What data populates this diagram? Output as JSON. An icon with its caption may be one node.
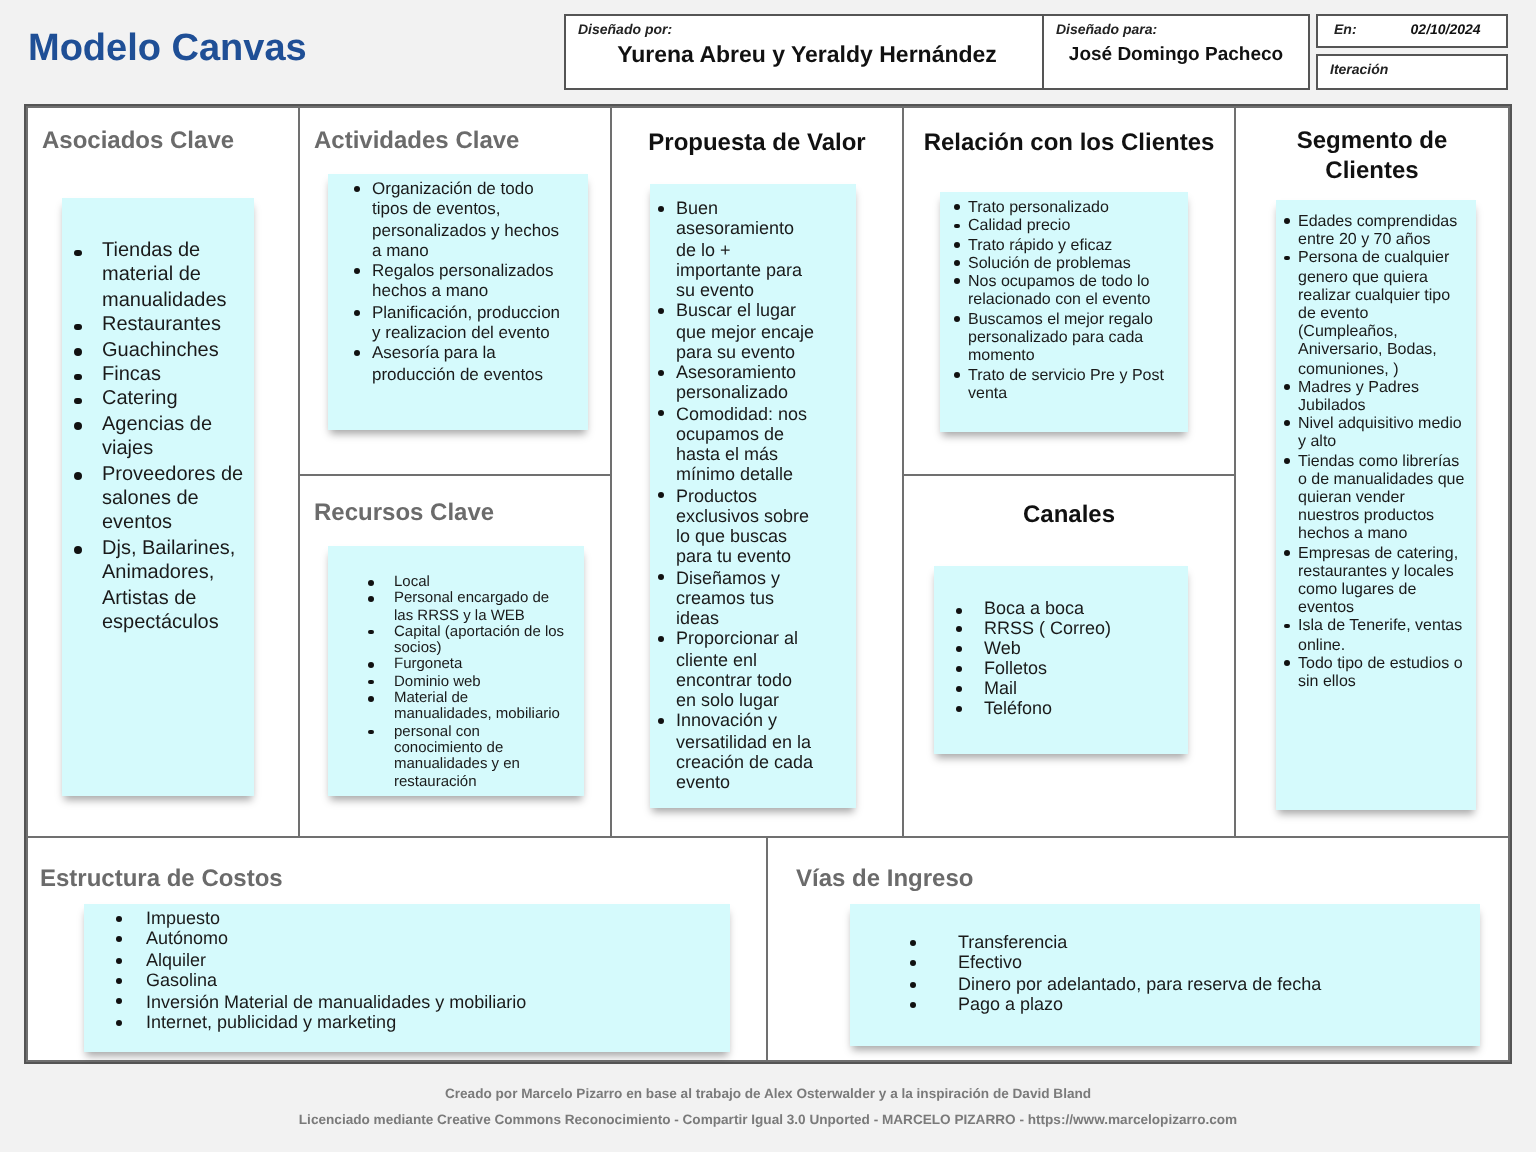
{
  "diagram": {
    "title": "Modelo Canvas",
    "nodes": [
      {
        "text": [
          "Diseñado por:",
          "Yurena Abreu y Yeraldy Hernández"
        ]
      },
      {
        "text": [
          "Diseñado para:",
          "José Domingo Pacheco"
        ]
      },
      {
        "text": [
          "En:",
          "02/10/2024"
        ]
      },
      {
        "text": [
          "Iteración"
        ]
      },
      {
        "text": [
          "Asociados Clave"
        ]
      },
      {
        "text": [
          "Tiendas de material de manualidades",
          "Restaurantes",
          "Guachinches",
          "Fincas",
          "Catering",
          "Agencias de viajes",
          "Proveedores de salones de eventos",
          "Djs, Bailarines, Animadores, Artistas de espectáculos"
        ],
        "in": 4
      },
      {
        "text": [
          "Actividades Clave"
        ]
      },
      {
        "text": [
          "Organización de todo tipos de eventos, personalizados y hechos a mano",
          "Regalos personalizados hechos a mano",
          "Planificación, produccion y realizacion del evento",
          "Asesoría para la producción de eventos"
        ],
        "in": 6
      },
      {
        "text": [
          "Recursos Clave"
        ]
      },
      {
        "text": [
          "Local",
          "Personal encargado de las RRSS y la WEB",
          "Capital (aportación de los socios)",
          "Furgoneta",
          "Dominio web",
          "Material de manualidades, mobiliario",
          "personal con conocimiento de manualidades y en restauración"
        ],
        "in": 8
      },
      {
        "text": [
          "Propuesta de Valor"
        ]
      },
      {
        "text": [
          "Buen asesoramiento de lo + importante para su evento",
          "Buscar el lugar que mejor encaje para su evento",
          "Asesoramiento personalizado",
          "Comodidad: nos ocupamos de hasta el más mínimo detalle",
          "Productos exclusivos sobre lo que buscas para tu evento",
          "Diseñamos y creamos tus ideas",
          "Proporcionar al cliente enl encontrar todo en solo lugar",
          "Innovación y versatilidad en la creación de cada evento"
        ],
        "in": 10
      },
      {
        "text": [
          "Relación con los Clientes"
        ]
      },
      {
        "text": [
          "Trato personalizado",
          "Calidad precio",
          "Trato rápido y eficaz",
          "Solución de problemas",
          "Nos ocupamos de todo lo relacionado con el evento",
          "Buscamos el mejor regalo personalizado para cada momento",
          "Trato de servicio Pre y Post venta"
        ],
        "in": 12
      },
      {
        "text": [
          "Canales"
        ]
      },
      {
        "text": [
          "Boca a boca",
          "RRSS ( Correo)",
          "Web",
          "Folletos",
          "Mail",
          "Teléfono"
        ],
        "in": 14
      },
      {
        "text": [
          "Segmento de Clientes"
        ]
      },
      {
        "text": [
          "Edades comprendidas entre 20 y 70 años",
          "Persona de cualquier genero que quiera realizar cualquier tipo de evento (Cumpleaños, Aniversario, Bodas, comuniones, )",
          "Madres y Padres Jubilados",
          "Nivel adquisitivo medio y alto",
          "Tiendas como librerías o de manualidades que quieran vender nuestros productos hechos a mano",
          "Empresas de catering, restaurantes y locales como lugares de eventos",
          "Isla de Tenerife, ventas online.",
          "Todo tipo de estudios o sin ellos"
        ],
        "in": 16
      },
      {
        "text": [
          "Estructura de Costos"
        ]
      },
      {
        "text": [
          "Impuesto",
          "Autónomo",
          "Alquiler",
          "Gasolina",
          "Inversión Material de manualidades y mobiliario",
          "Internet, publicidad y marketing"
        ],
        "in": 18
      },
      {
        "text": [
          "Vías de Ingreso"
        ]
      },
      {
        "text": [
          "Transferencia",
          "Efectivo",
          "Dinero por adelantado, para reserva de fecha",
          "Pago a plazo"
        ],
        "in": 20
      }
    ],
    "labels": [
      "Creado por Marcelo Pizarro en base al trabajo de Alex Osterwalder y a la inspiración de David Bland",
      "Licenciado mediante Creative Commons Reconocimiento - Compartir Igual 3.0 Unported - MARCELO PIZARRO - https://www.marcelopizarro.com"
    ]
  }
}
